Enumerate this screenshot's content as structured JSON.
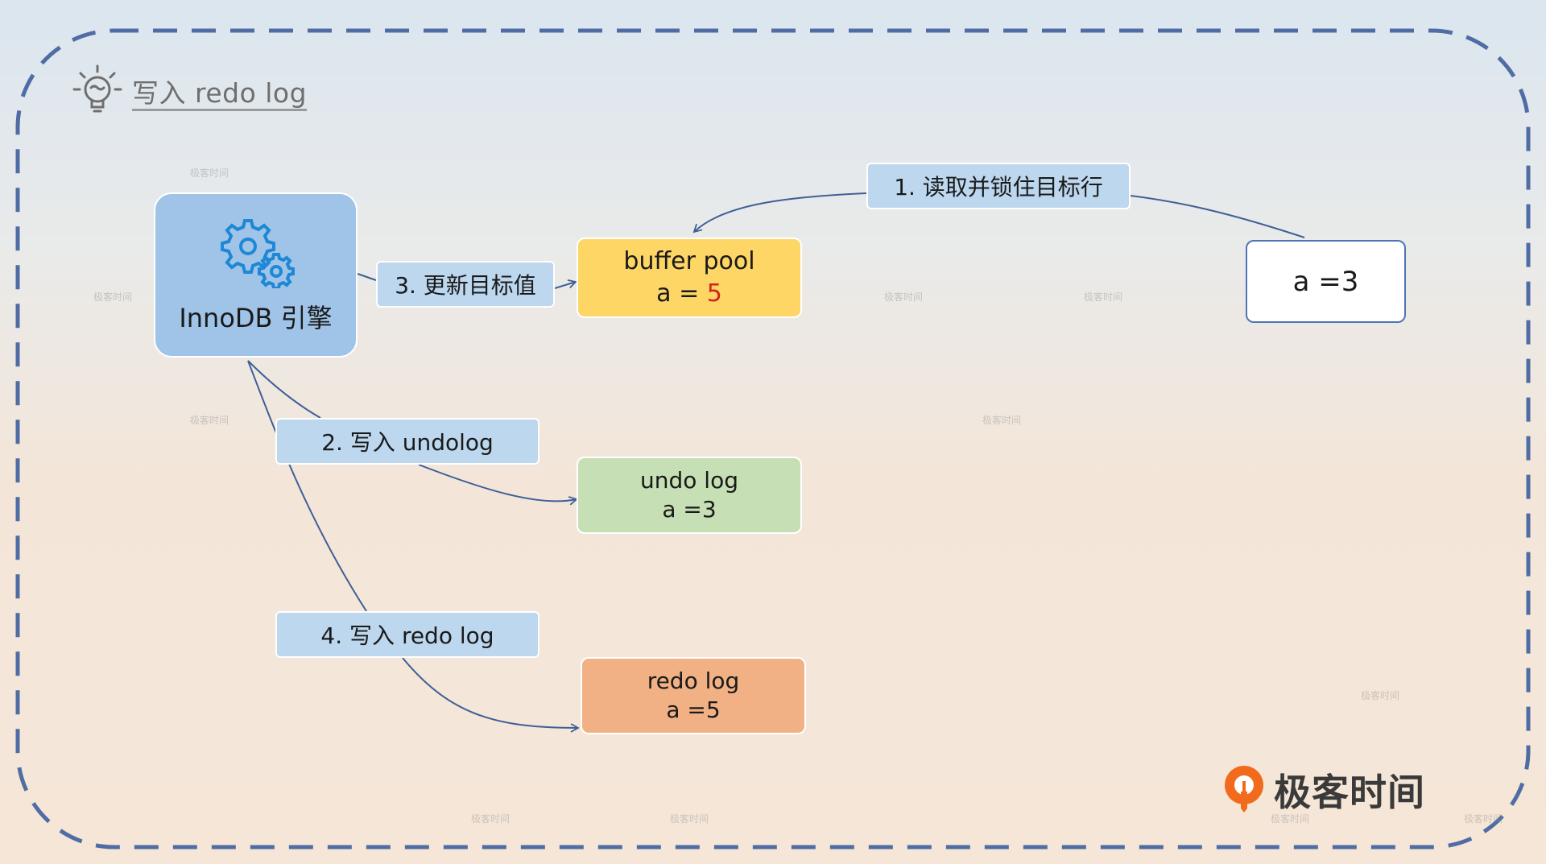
{
  "header": {
    "title": "写入 redo log",
    "icon": "lightbulb-icon"
  },
  "nodes": {
    "engine": {
      "label": "InnoDB 引擎",
      "icon": "gears-icon"
    },
    "buffer_pool": {
      "title": "buffer pool",
      "value_prefix": "a = ",
      "value": "5"
    },
    "undo_log": {
      "title": "undo log",
      "value": "a =3"
    },
    "redo_log": {
      "title": "redo log",
      "value": "a =5"
    },
    "target_row": {
      "value": "a =3"
    }
  },
  "steps": {
    "s1": "1. 读取并锁住目标行",
    "s2": "2. 写入 undolog",
    "s3": "3. 更新目标值",
    "s4": "4. 写入 redo log"
  },
  "watermark": "极客时间",
  "brand": {
    "name": "极客时间",
    "logo_color": "#f26a1b"
  },
  "colors": {
    "engine": "#9fc4e7",
    "buffer_pool": "#fdd666",
    "undo_log": "#c6dfb4",
    "redo_log": "#f2b184",
    "step_label": "#bcd7ee",
    "frame": "#4f6da4",
    "value_highlight": "#d4231c"
  }
}
